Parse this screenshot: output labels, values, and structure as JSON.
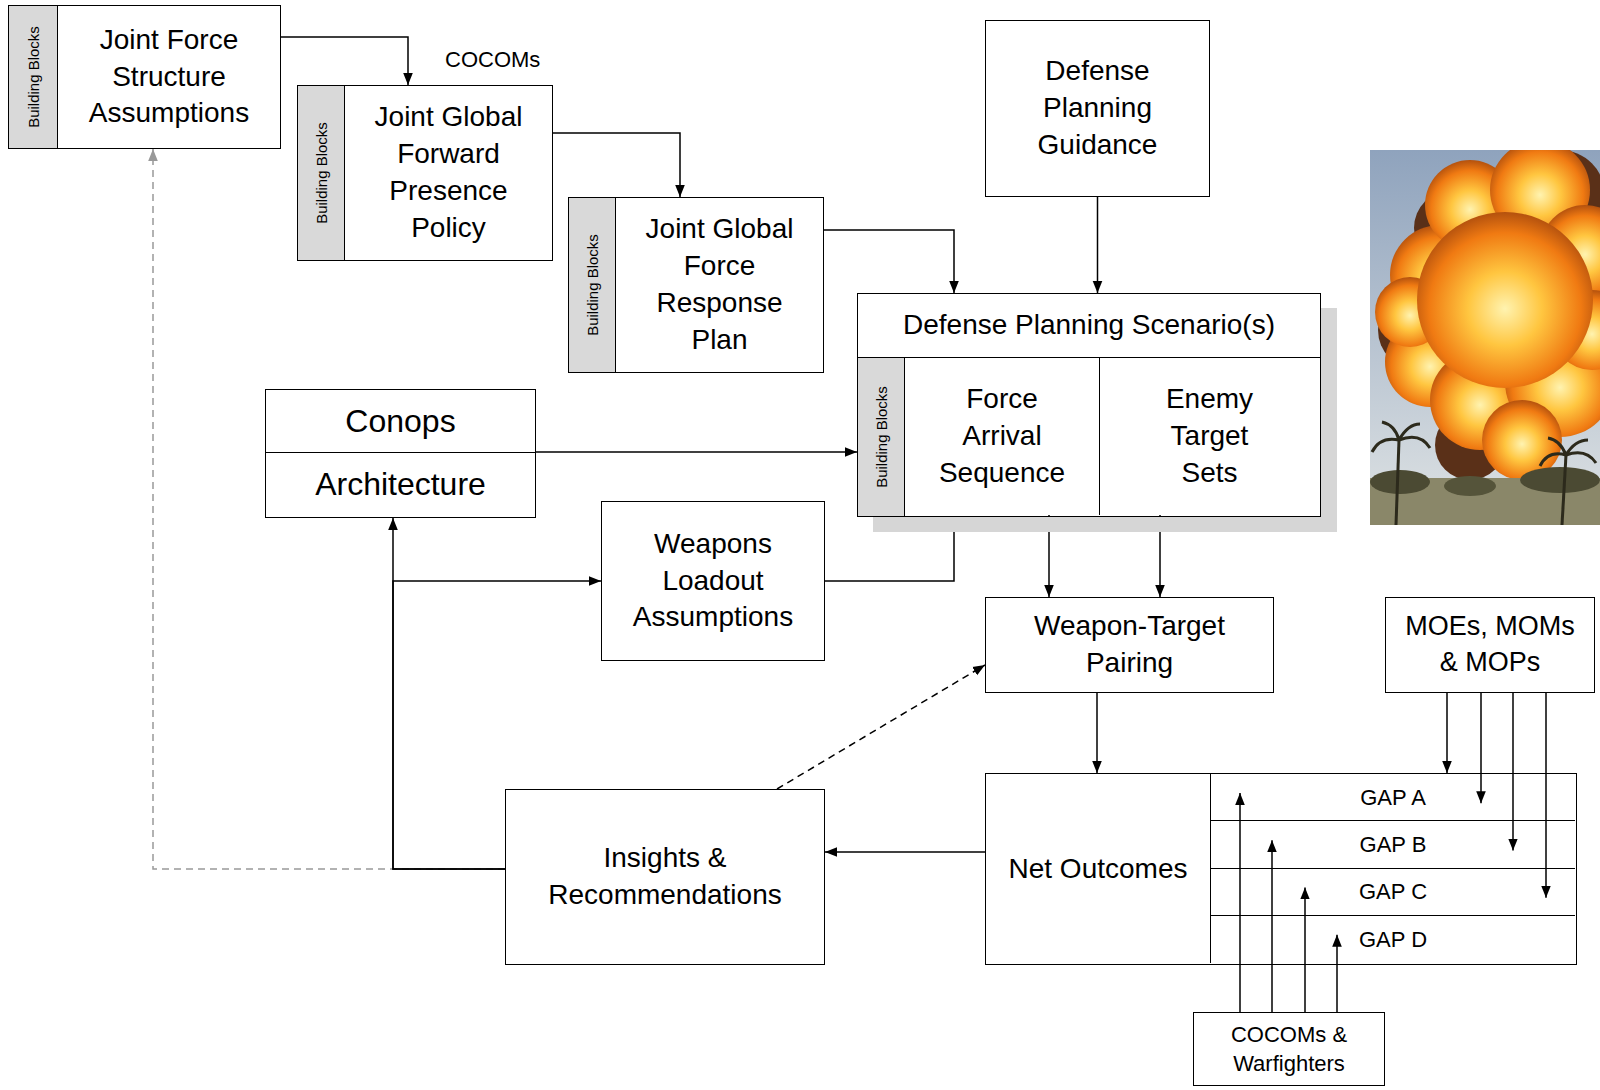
{
  "diagram": {
    "nodes": [
      {
        "text": [
          "Building Blocks",
          "Joint Force Structure Assumptions"
        ]
      },
      {
        "text": [
          "Building Blocks",
          "Joint Global Forward Presence Policy"
        ]
      },
      {
        "text": [
          "Building Blocks",
          "Joint Global Force Response Plan"
        ]
      },
      {
        "text": [
          "Defense Planning Guidance"
        ]
      },
      {
        "text": [
          "Defense Planning Scenario(s)",
          "Building Blocks"
        ]
      },
      {
        "text": [
          "Force Arrival Sequence"
        ],
        "in": 4
      },
      {
        "text": [
          "Enemy Target Sets"
        ],
        "in": 4
      },
      {
        "text": [
          "Conops",
          "Architecture"
        ]
      },
      {
        "text": [
          "Weapons Loadout Assumptions"
        ]
      },
      {
        "text": [
          "Weapon-Target Pairing"
        ]
      },
      {
        "text": [
          "MOEs, MOMs & MOPs"
        ]
      },
      {
        "text": [
          "Net Outcomes"
        ]
      },
      {
        "text": [
          "GAP A"
        ],
        "in": 11
      },
      {
        "text": [
          "GAP B"
        ],
        "in": 11
      },
      {
        "text": [
          "GAP C"
        ],
        "in": 11
      },
      {
        "text": [
          "GAP D"
        ],
        "in": 11
      },
      {
        "text": [
          "Insights & Recommendations"
        ]
      },
      {
        "text": [
          "COCOMs & Warfighters"
        ]
      }
    ],
    "edges": [
      {
        "from": 0,
        "to": 1,
        "arrow": "to",
        "label": "COCOMs"
      },
      {
        "from": 1,
        "to": 2,
        "arrow": "to"
      },
      {
        "from": 2,
        "to": 4,
        "arrow": "to"
      },
      {
        "from": 3,
        "to": 4,
        "arrow": "to"
      },
      {
        "from": 7,
        "to": 4,
        "arrow": "to"
      },
      {
        "from": 8,
        "to": 4,
        "arrow": "to"
      },
      {
        "from": 5,
        "to": 9,
        "arrow": "to"
      },
      {
        "from": 6,
        "to": 9,
        "arrow": "to"
      },
      {
        "from": 9,
        "to": 11,
        "arrow": "to"
      },
      {
        "from": 10,
        "to": 11,
        "arrow": "to"
      },
      {
        "from": 10,
        "to": 12,
        "arrow": "to"
      },
      {
        "from": 10,
        "to": 13,
        "arrow": "to"
      },
      {
        "from": 10,
        "to": 14,
        "arrow": "to"
      },
      {
        "from": 17,
        "to": 12,
        "arrow": "to"
      },
      {
        "from": 17,
        "to": 13,
        "arrow": "to"
      },
      {
        "from": 17,
        "to": 14,
        "arrow": "to"
      },
      {
        "from": 17,
        "to": 15,
        "arrow": "to"
      },
      {
        "from": 11,
        "to": 16,
        "arrow": "to"
      },
      {
        "from": 16,
        "to": 9,
        "arrow": "to"
      },
      {
        "from": 16,
        "to": 7,
        "arrow": "to"
      },
      {
        "from": 16,
        "to": 8,
        "arrow": "to"
      },
      {
        "from": 16,
        "to": 0,
        "arrow": "to"
      }
    ]
  }
}
